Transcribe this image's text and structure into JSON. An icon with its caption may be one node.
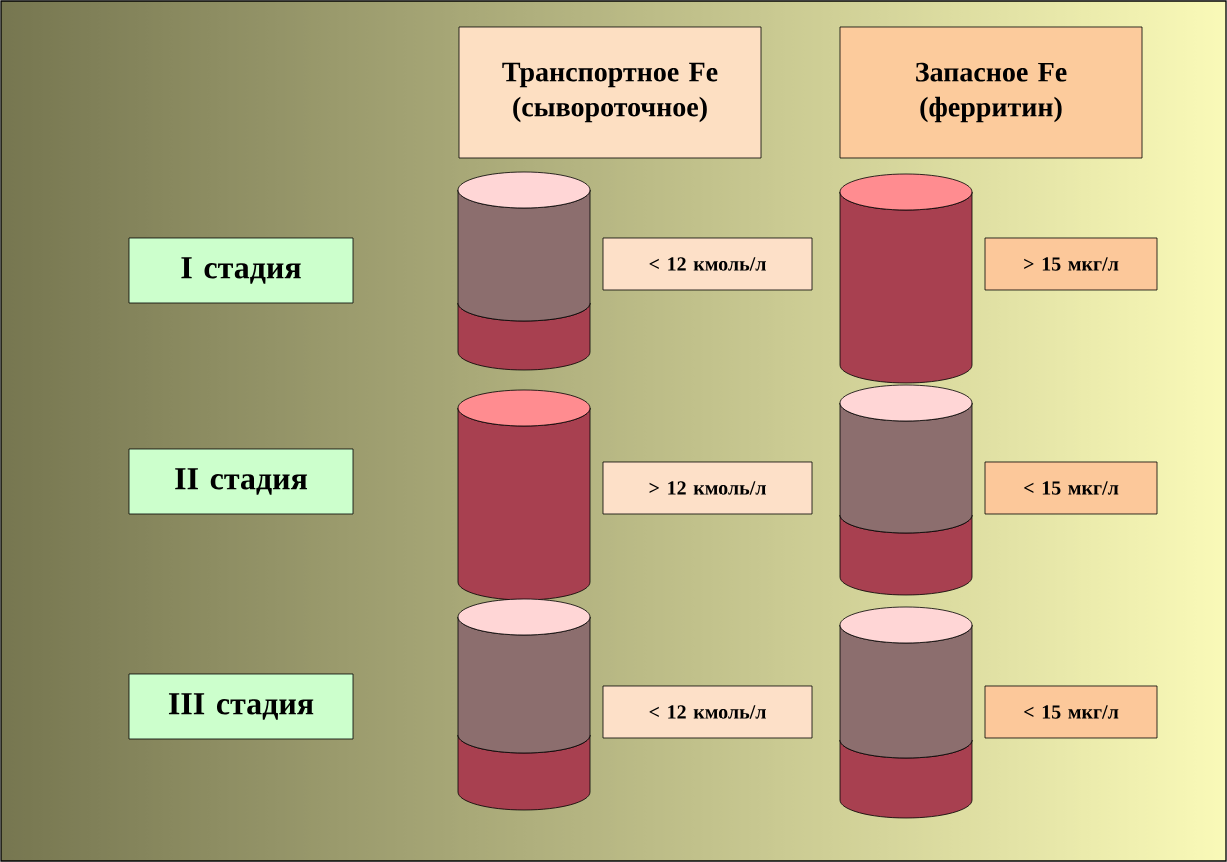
{
  "diagram": {
    "nodes": [
      {
        "text": [
          "Транспортное Fe (сывороточное)"
        ]
      },
      {
        "text": [
          "Запасное Fe (ферритин)"
        ]
      },
      {
        "text": [
          "I стадия"
        ]
      },
      {
        "text": [],
        "shape": "cylinder"
      },
      {
        "text": [
          "< 12 кмоль/л"
        ]
      },
      {
        "text": [],
        "shape": "cylinder"
      },
      {
        "text": [
          "> 15 мкг/л"
        ]
      },
      {
        "text": [
          "II стадия"
        ]
      },
      {
        "text": [],
        "shape": "cylinder"
      },
      {
        "text": [
          "> 12 кмоль/л"
        ]
      },
      {
        "text": [],
        "shape": "cylinder"
      },
      {
        "text": [
          "< 15 мкг/л"
        ]
      },
      {
        "text": [
          "III стадия"
        ]
      },
      {
        "text": [],
        "shape": "cylinder"
      },
      {
        "text": [
          "< 12 кмоль/л"
        ]
      },
      {
        "text": [],
        "shape": "cylinder"
      },
      {
        "text": [
          "< 15 мкг/л"
        ]
      }
    ]
  }
}
